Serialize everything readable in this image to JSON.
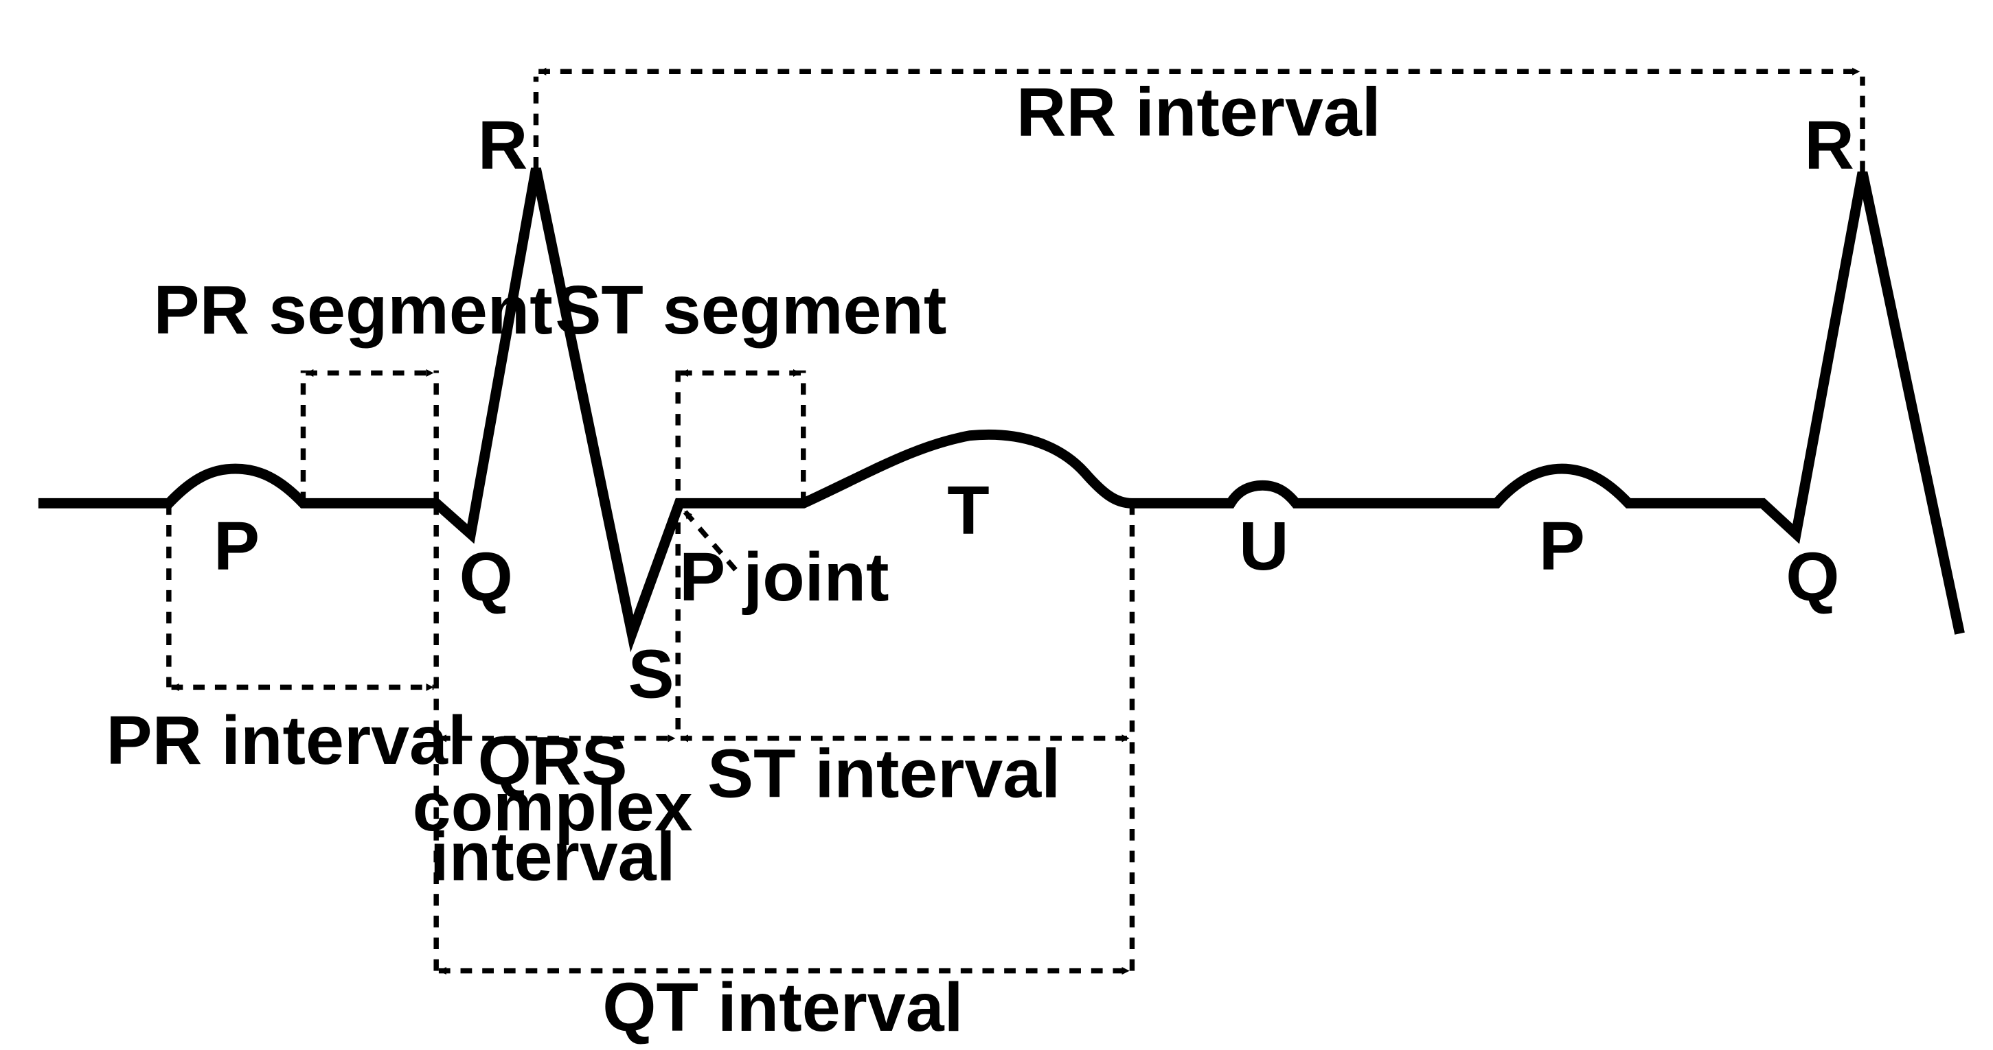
{
  "waves": {
    "p1": "P",
    "q1": "Q",
    "r1": "R",
    "s1": "S",
    "t1": "T",
    "u1": "U",
    "p2": "P",
    "q2": "Q",
    "r2": "R"
  },
  "intervals": {
    "rr": "RR interval",
    "pr_segment": "PR segment",
    "st_segment": "ST segment",
    "pr_interval": "PR interval",
    "qrs_line1": "QRS",
    "qrs_line2": "complex",
    "qrs_line3": "interval",
    "st_interval": "ST interval",
    "qt_interval": "QT interval"
  },
  "points": {
    "p_joint": "P joint"
  }
}
